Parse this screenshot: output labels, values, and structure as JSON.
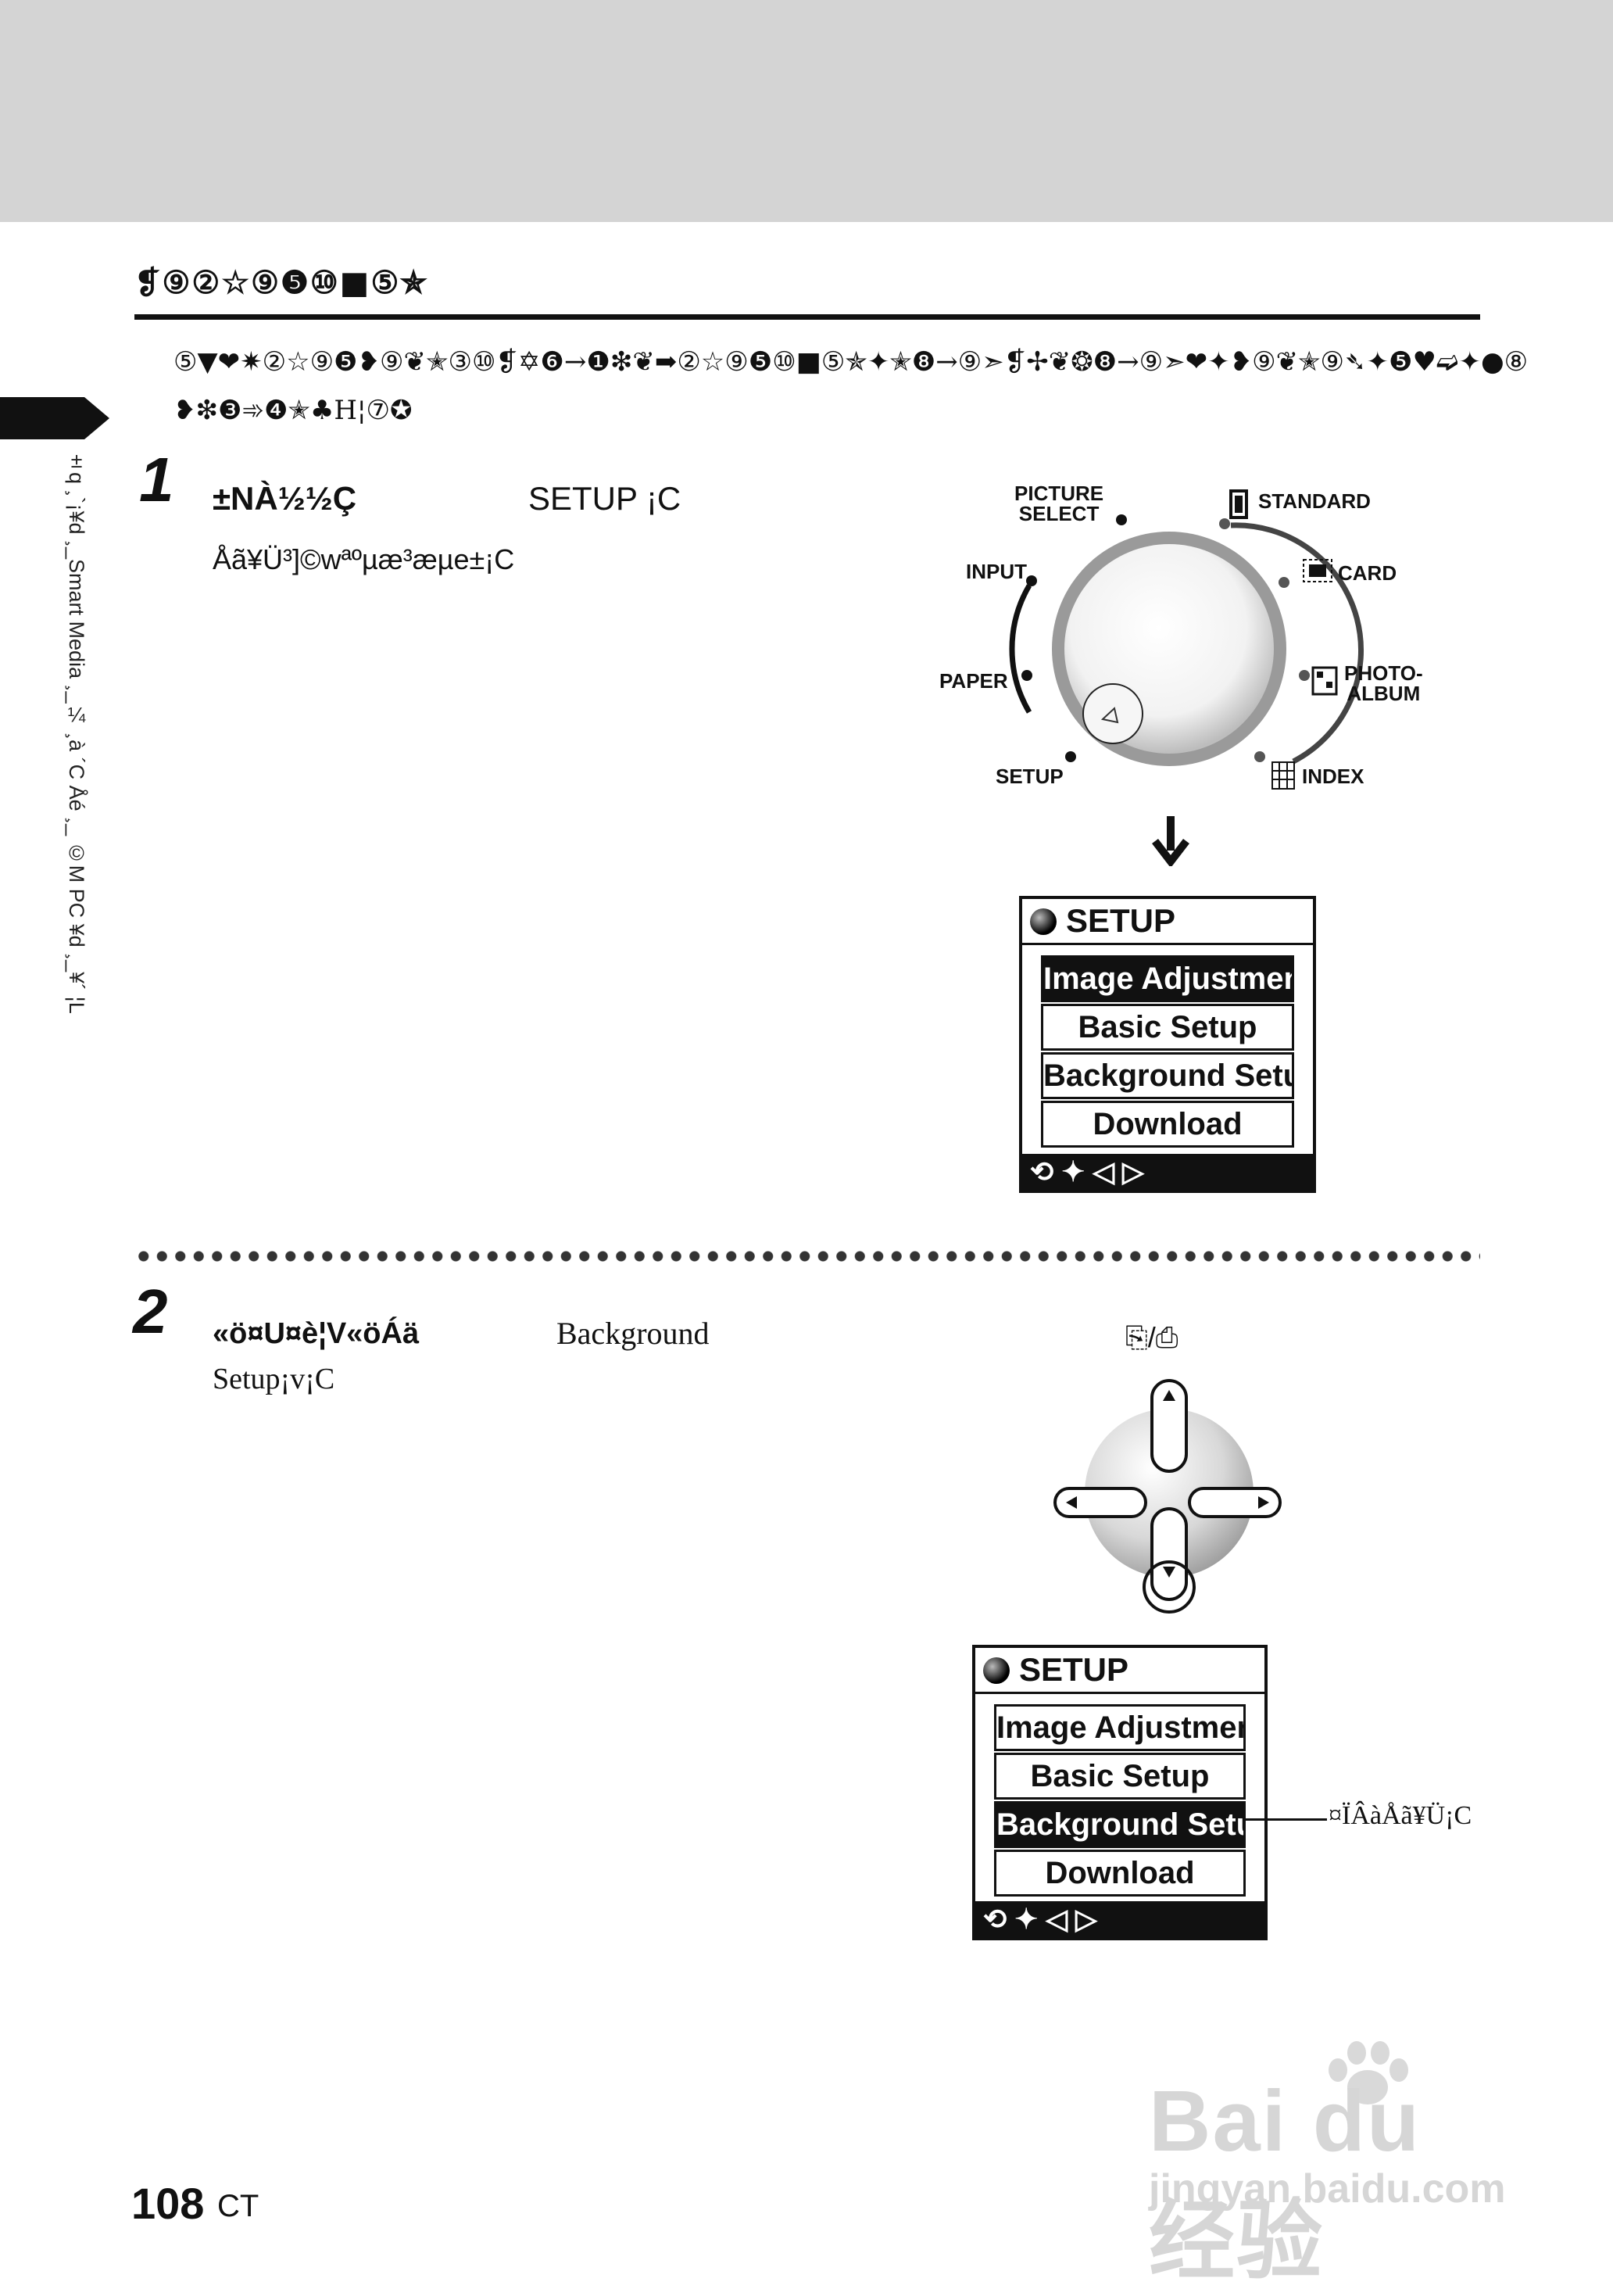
{
  "section": {
    "title": "❡⑨②☆⑨❺⑩■⑤✯",
    "intro_line1": "⑤▼❤✷②☆⑨❺❥⑨❦✭③⑩❡✡❻→❶❇❦➡②☆⑨❺⑩■⑤✯✦✭❽→⑨➣❡✢❦❂❽→⑨➣❤✦❥⑨❦✭⑨➴✦❺♥➫✦●⑧",
    "intro_line2": "❥❇❸➾❹✭♣H¦⑦✪"
  },
  "sidebar": {
    "text": "±q ¸`¡¥d ¸_Smart Media ¸_¼ ¸à ´C Åé ¸_ ©M PC ¥d ¸_¥´ ¦L"
  },
  "step1": {
    "number": "1",
    "text_a": "±NÀ½½Ç",
    "text_b": "SETUP ¡C",
    "text_line2": "Åã¥Ü³]©wªºµæ³æµe­±¡C"
  },
  "dial": {
    "labels": {
      "picture_select": "PICTURE\nSELECT",
      "standard": "STANDARD",
      "input": "INPUT",
      "card": "CARD",
      "paper": "PAPER",
      "photo_album": "PHOTO-\nALBUM",
      "setup": "SETUP",
      "index": "INDEX"
    }
  },
  "menu1": {
    "header": "SETUP",
    "items": [
      "Image Adjustment",
      "Basic Setup",
      "Background Setup",
      "Download"
    ],
    "selected_index": 0,
    "footer": "⟲ ✦ ◁ ▷"
  },
  "step2": {
    "number": "2",
    "text_a": "«ö¤U¤è¦V«öÁä",
    "text_b": "Background",
    "text_line2": "Setup¡v¡C"
  },
  "dpad": {
    "top_label": "⎘/⎙"
  },
  "menu2": {
    "header": "SETUP",
    "items": [
      "Image Adjustment",
      "Basic Setup",
      "Background Setup",
      "Download"
    ],
    "selected_index": 2,
    "footer": "⟲ ✦ ◁ ▷",
    "callout": "¤ÏÂàÅã¥Ü¡C"
  },
  "footer": {
    "page": "108",
    "code": "CT"
  },
  "watermark": {
    "brand": "Bai du 经验",
    "url": "jingyan.baidu.com"
  }
}
